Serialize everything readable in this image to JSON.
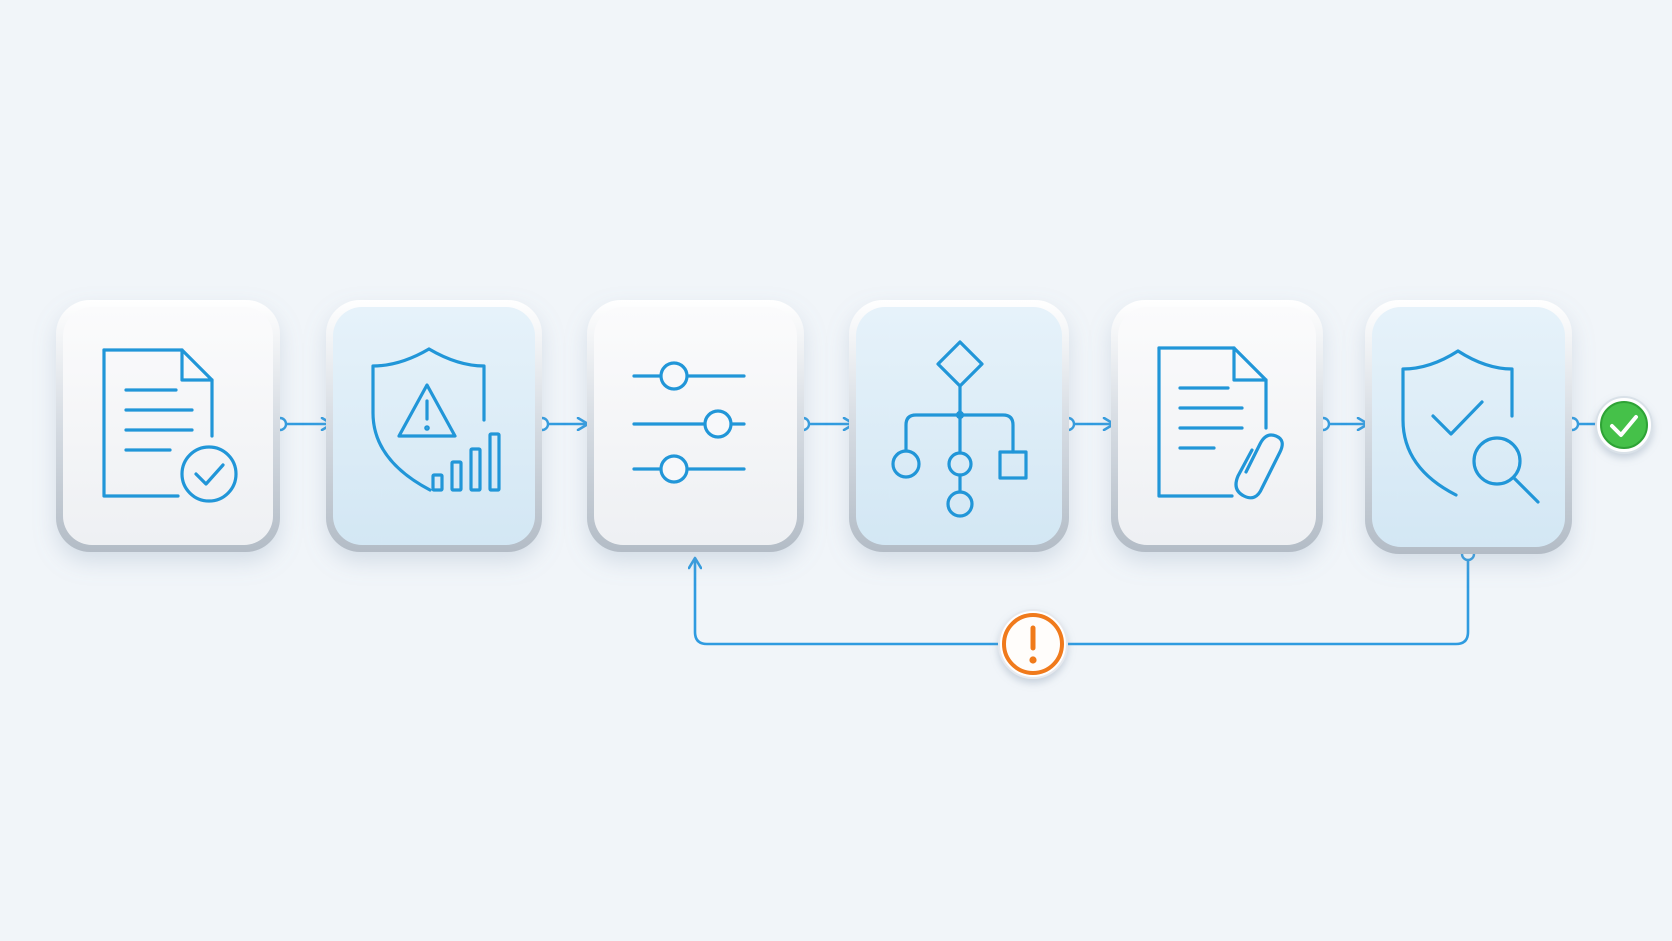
{
  "colors": {
    "background": "#f1f5f9",
    "accent": "#2196d8",
    "success": "#3fbf3f",
    "warning": "#f07a1a",
    "card_plain": "#f5f6f8",
    "card_tinted": "#dcecf6"
  },
  "steps": [
    {
      "icon": "document-check-icon",
      "style": "plain"
    },
    {
      "icon": "shield-warning-signal-icon",
      "style": "tinted"
    },
    {
      "icon": "sliders-icon",
      "style": "plain"
    },
    {
      "icon": "decision-tree-icon",
      "style": "tinted"
    },
    {
      "icon": "document-attachment-icon",
      "style": "plain"
    },
    {
      "icon": "shield-check-search-icon",
      "style": "tinted"
    }
  ],
  "end_badge": {
    "icon": "check-icon",
    "status": "success"
  },
  "feedback_loop": {
    "from_step": 6,
    "to_step": 3,
    "icon": "exclamation-icon",
    "status": "warning"
  }
}
